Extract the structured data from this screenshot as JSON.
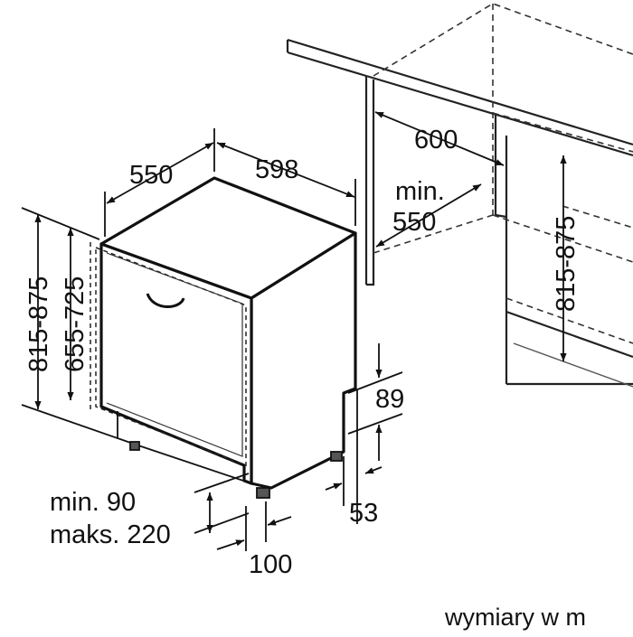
{
  "diagram": {
    "labels": {
      "depth": "550",
      "width": "598",
      "niche_width": "600",
      "niche_depth_min_line1": "min.",
      "niche_depth_min_line2": "550",
      "niche_height": "815-875",
      "total_height": "815-875",
      "appliance_height": "655-725",
      "plinth_height": "89",
      "plinth_gap": "53",
      "door_offset_line1": "min. 90",
      "door_offset_line2": "maks. 220",
      "front_offset": "100"
    },
    "caption": "wymiary w m"
  }
}
